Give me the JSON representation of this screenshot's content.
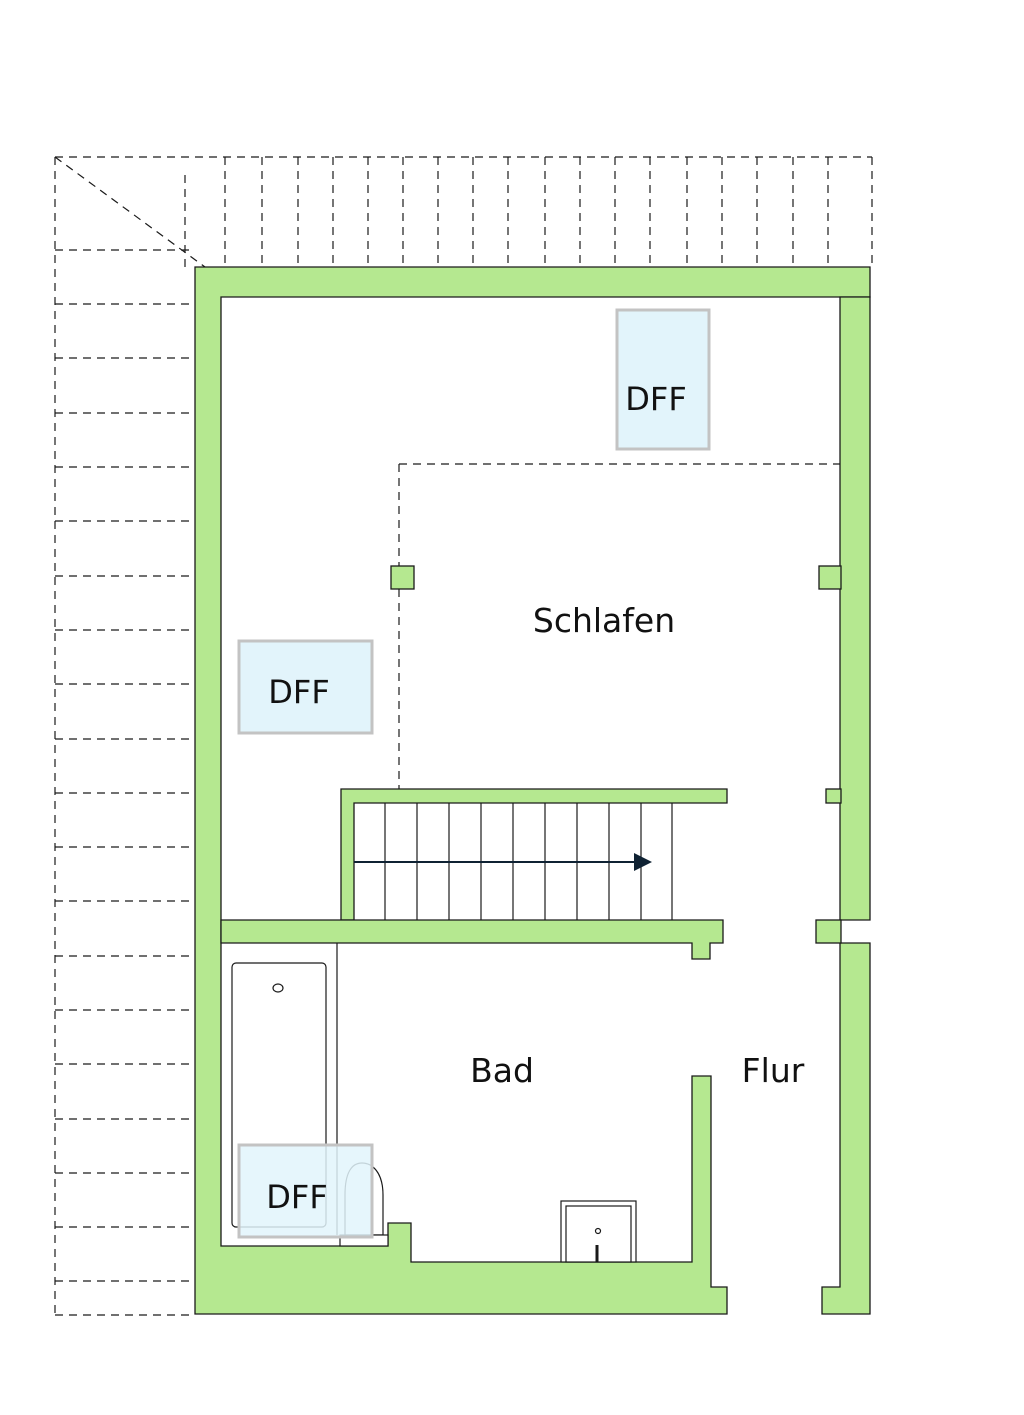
{
  "rooms": {
    "schlafen": "Schlafen",
    "bad": "Bad",
    "flur": "Flur"
  },
  "skylights": {
    "top": "DFF",
    "left": "DFF",
    "bath": "DFF"
  },
  "colors": {
    "wall": "#b5e890",
    "skylight_fill": "#e2f4fb",
    "skylight_border": "#c3c3c3",
    "line": "#1a1a1a",
    "stair_arrow": "#0f2233"
  }
}
